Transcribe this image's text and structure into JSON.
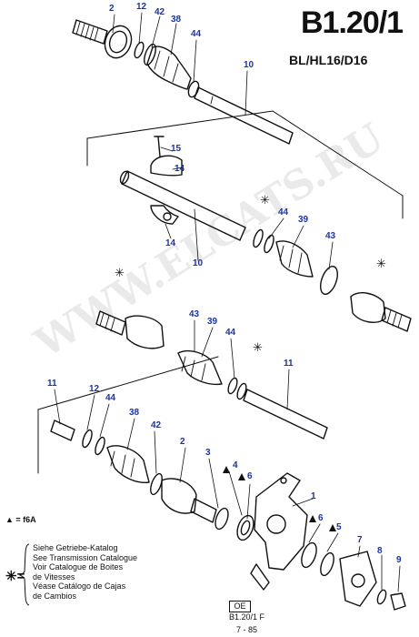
{
  "header": {
    "code": "B1.20/1",
    "engines": "BL/HL16/D16"
  },
  "watermark": "WWW.ELCATS.RU",
  "callout_color": "#1a33a8",
  "line_color": "#111111",
  "callouts": [
    "2",
    "12",
    "42",
    "38",
    "44",
    "10",
    "15",
    "14",
    "14",
    "10",
    "44",
    "39",
    "43",
    "43",
    "39",
    "44",
    "11",
    "11",
    "12",
    "44",
    "38",
    "42",
    "2",
    "3",
    "4",
    "6",
    "1",
    "6",
    "5",
    "7",
    "8",
    "9"
  ],
  "star_symbol": "✳",
  "legend": {
    "triangle_text": "▲ = f6A",
    "star_symbol": "✳=",
    "lines": [
      "Siehe Getriebe-Katalog",
      "See Transmission Catalogue",
      "Voir Catalogue de Boites",
      "de Vitesses",
      "Véase Catálogo de Cajas",
      "de Cambios"
    ]
  },
  "footer": {
    "oe": "OE",
    "ref": "B1.20/1 F",
    "date": "7 - 85"
  }
}
